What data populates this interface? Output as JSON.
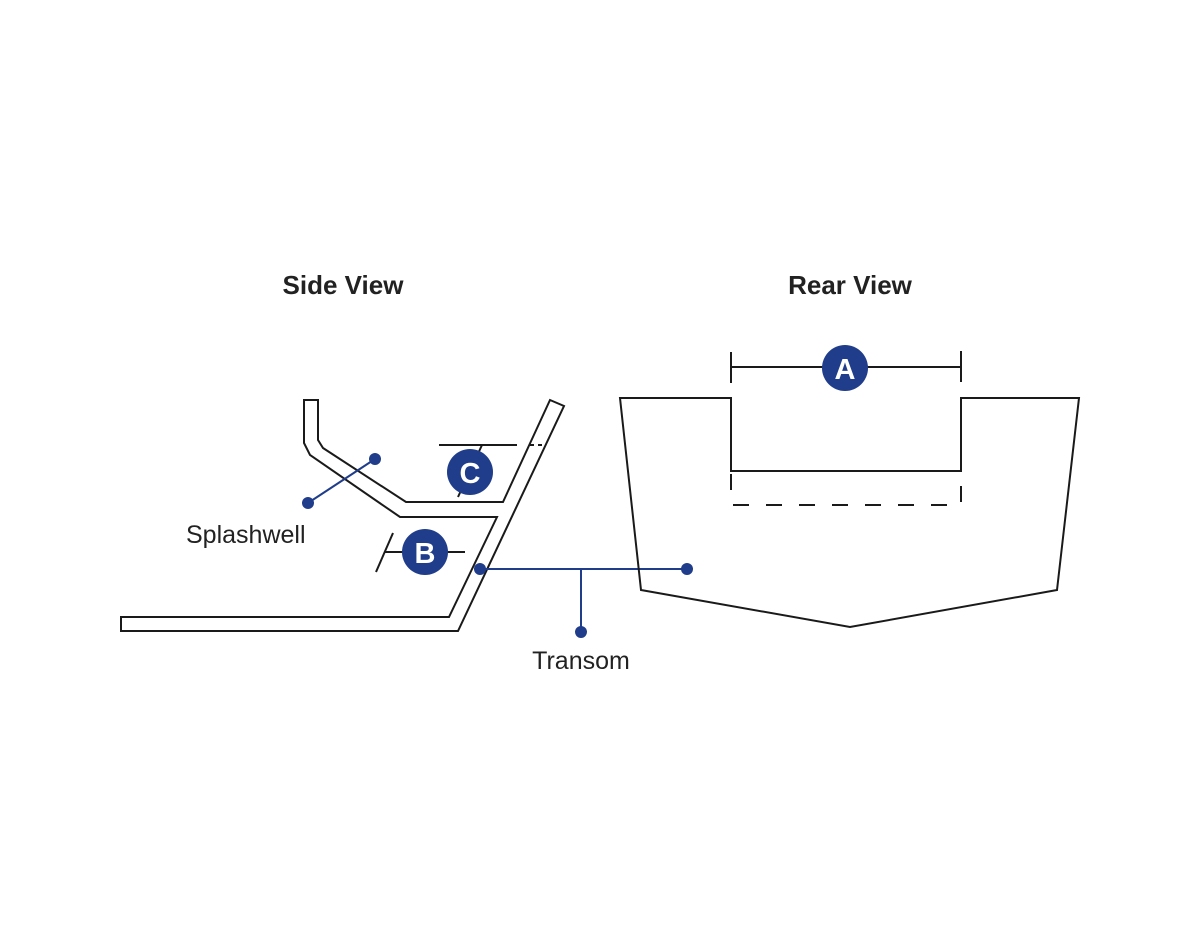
{
  "side_view": {
    "title": "Side View",
    "labels": {
      "splashwell": "Splashwell",
      "transom": "Transom"
    },
    "markers": {
      "b": "B",
      "c": "C"
    }
  },
  "rear_view": {
    "title": "Rear View",
    "markers": {
      "a": "A"
    }
  },
  "colors": {
    "accent": "#1f3d8a",
    "line": "#1a1a1a"
  }
}
